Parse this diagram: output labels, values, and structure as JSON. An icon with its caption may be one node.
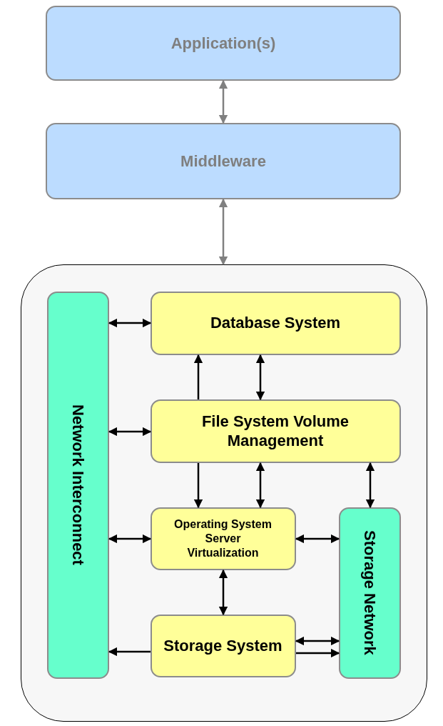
{
  "diagram": {
    "nodes": [
      {
        "text": [
          "Application(s)"
        ]
      },
      {
        "text": [
          "Middleware"
        ]
      },
      {
        "text": [],
        "shape": "box"
      },
      {
        "text": [
          "Network Interconnect"
        ],
        "in": 2
      },
      {
        "text": [
          "Database System"
        ],
        "in": 2
      },
      {
        "text": [
          "File System Volume Management"
        ],
        "in": 2
      },
      {
        "text": [
          "Operating System Server Virtualization"
        ],
        "in": 2
      },
      {
        "text": [
          "Storage Network"
        ],
        "in": 2
      },
      {
        "text": [
          "Storage System"
        ],
        "in": 2
      }
    ],
    "edges": [
      {
        "from": 0,
        "to": 1,
        "arrow": "both",
        "color": "#808080"
      },
      {
        "from": 1,
        "to": 2,
        "arrow": "both",
        "color": "#808080"
      },
      {
        "from": 4,
        "to": 3,
        "arrow": "both"
      },
      {
        "from": 5,
        "to": 4,
        "arrow": "to"
      },
      {
        "from": 5,
        "to": 4,
        "arrow": "both"
      },
      {
        "from": 3,
        "to": 5,
        "arrow": "both"
      },
      {
        "from": 5,
        "to": 6,
        "arrow": "to"
      },
      {
        "from": 5,
        "to": 6,
        "arrow": "both"
      },
      {
        "from": 5,
        "to": 7,
        "arrow": "both"
      },
      {
        "from": 3,
        "to": 6,
        "arrow": "both"
      },
      {
        "from": 6,
        "to": 7,
        "arrow": "both"
      },
      {
        "from": 6,
        "to": 8,
        "arrow": "both"
      },
      {
        "from": 8,
        "to": 3,
        "arrow": "to"
      },
      {
        "from": 8,
        "to": 7,
        "arrow": "both"
      },
      {
        "from": 8,
        "to": 7,
        "arrow": "to"
      }
    ]
  }
}
